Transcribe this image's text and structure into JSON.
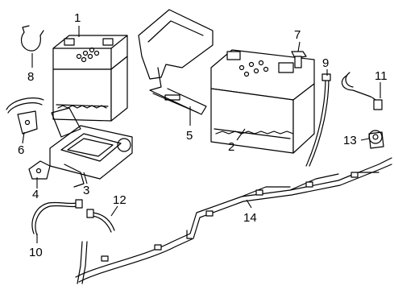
{
  "diagram": {
    "parts": [
      {
        "id": "part-1",
        "number": "1",
        "name": "battery-small"
      },
      {
        "id": "part-2",
        "number": "2",
        "name": "battery-large"
      },
      {
        "id": "part-3",
        "number": "3",
        "name": "battery-tray"
      },
      {
        "id": "part-4",
        "number": "4",
        "name": "bracket"
      },
      {
        "id": "part-5",
        "number": "5",
        "name": "hold-down-bracket"
      },
      {
        "id": "part-6",
        "number": "6",
        "name": "clamp"
      },
      {
        "id": "part-7",
        "number": "7",
        "name": "bolt"
      },
      {
        "id": "part-8",
        "number": "8",
        "name": "strap"
      },
      {
        "id": "part-9",
        "number": "9",
        "name": "vent-tube"
      },
      {
        "id": "part-10",
        "number": "10",
        "name": "cable"
      },
      {
        "id": "part-11",
        "number": "11",
        "name": "cable-lead"
      },
      {
        "id": "part-12",
        "number": "12",
        "name": "cable-short"
      },
      {
        "id": "part-13",
        "number": "13",
        "name": "sensor"
      },
      {
        "id": "part-14",
        "number": "14",
        "name": "wiring-harness"
      }
    ]
  }
}
